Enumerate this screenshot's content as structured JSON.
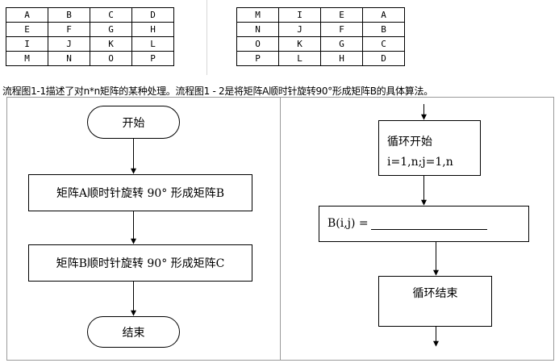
{
  "matrix_a": {
    "rows": [
      [
        "A",
        "B",
        "C",
        "D"
      ],
      [
        "E",
        "F",
        "G",
        "H"
      ],
      [
        "I",
        "J",
        "K",
        "L"
      ],
      [
        "M",
        "N",
        "O",
        "P"
      ]
    ]
  },
  "matrix_b": {
    "rows": [
      [
        "M",
        "I",
        "E",
        "A"
      ],
      [
        "N",
        "J",
        "F",
        "B"
      ],
      [
        "O",
        "K",
        "G",
        "C"
      ],
      [
        "P",
        "L",
        "H",
        "D"
      ]
    ]
  },
  "caption": "流程图1-1描述了对n*n矩阵的某种处理。流程图1 - 2是将矩阵A顺时针旋转90°形成矩阵B的具体算法。",
  "flowchart_1": {
    "start": "开始",
    "step1": "矩阵A顺时针旋转 90° 形成矩阵B",
    "step2": "矩阵B顺时针旋转 90° 形成矩阵C",
    "end": "结束"
  },
  "flowchart_2": {
    "loop_start": "循环开始",
    "loop_range": "i=1,n;j=1,n",
    "assign": "B(i,j) = ",
    "loop_end": "循环结束"
  }
}
